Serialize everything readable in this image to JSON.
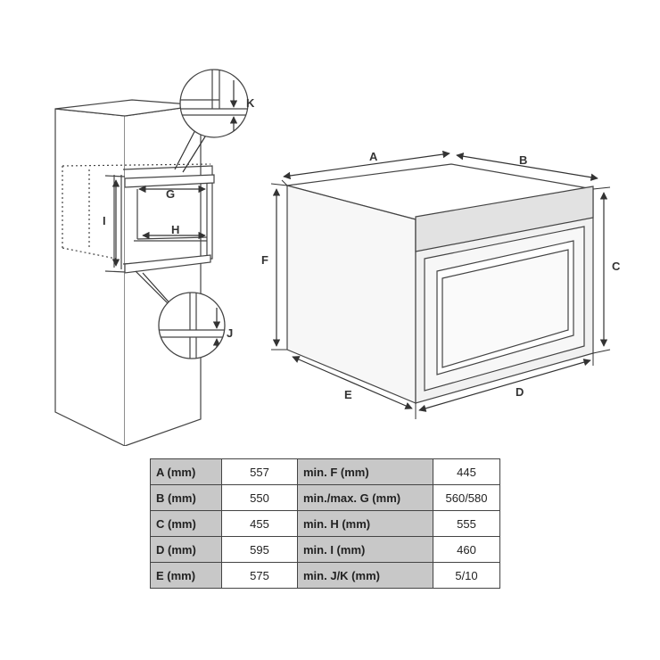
{
  "labels": {
    "a": "A",
    "b": "B",
    "c": "C",
    "d": "D",
    "e": "E",
    "f": "F",
    "g": "G",
    "h": "H",
    "i": "I",
    "j": "J",
    "k": "K"
  },
  "table": {
    "rows": [
      {
        "left_label": "A (mm)",
        "left_value": "557",
        "right_label": "min. F (mm)",
        "right_value": "445"
      },
      {
        "left_label": "B (mm)",
        "left_value": "550",
        "right_label": "min./max. G (mm)",
        "right_value": "560/580"
      },
      {
        "left_label": "C (mm)",
        "left_value": "455",
        "right_label": "min. H (mm)",
        "right_value": "555"
      },
      {
        "left_label": "D (mm)",
        "left_value": "595",
        "right_label": "min. I (mm)",
        "right_value": "460"
      },
      {
        "left_label": "E (mm)",
        "left_value": "575",
        "right_label": "min. J/K (mm)",
        "right_value": "5/10"
      }
    ]
  },
  "colors": {
    "line": "#444444",
    "header_fill": "#c8c8c8",
    "oven_fill": "#f4f4f4",
    "control_panel": "#e2e2e2"
  }
}
